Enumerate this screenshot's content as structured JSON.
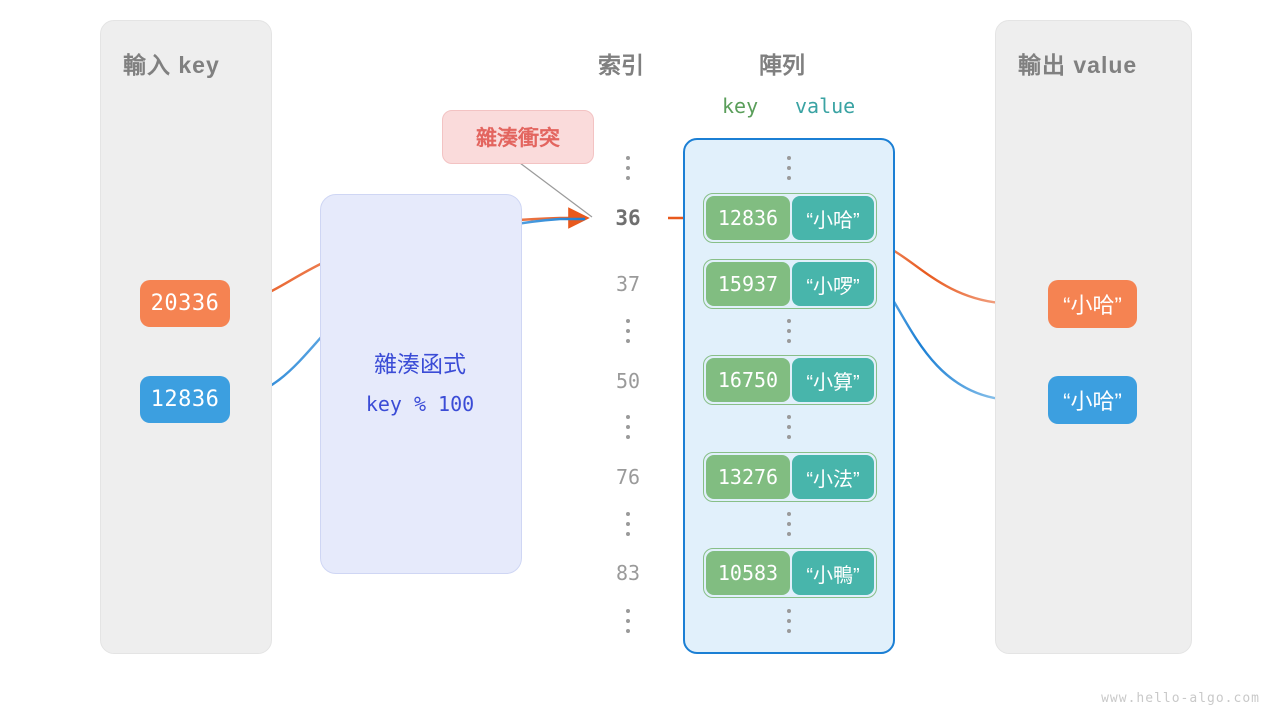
{
  "input_panel": {
    "title": "輸入 key",
    "items": [
      {
        "label": "20336",
        "color": "#f58352"
      },
      {
        "label": "12836",
        "color": "#3c9fe0"
      }
    ]
  },
  "hash_function": {
    "title": "雜湊函式",
    "expression": "key % 100",
    "color": "#3b4cd6"
  },
  "collision": {
    "label": "雜湊衝突",
    "color": "#e3655f"
  },
  "array": {
    "index_header": "索引",
    "array_header": "陣列",
    "key_header": "key",
    "value_header": "value",
    "key_header_color": "#5a9e5a",
    "value_header_color": "#3aa3a3",
    "border_color": "#1b7fd4",
    "rows": [
      {
        "kind": "dots"
      },
      {
        "kind": "entry",
        "index": "36",
        "highlight": true,
        "key": "12836",
        "value": "“小哈”"
      },
      {
        "kind": "entry",
        "index": "37",
        "highlight": false,
        "key": "15937",
        "value": "“小啰”"
      },
      {
        "kind": "dots"
      },
      {
        "kind": "entry",
        "index": "50",
        "highlight": false,
        "key": "16750",
        "value": "“小算”"
      },
      {
        "kind": "dots"
      },
      {
        "kind": "entry",
        "index": "76",
        "highlight": false,
        "key": "13276",
        "value": "“小法”"
      },
      {
        "kind": "dots"
      },
      {
        "kind": "entry",
        "index": "83",
        "highlight": false,
        "key": "10583",
        "value": "“小鴨”"
      },
      {
        "kind": "dots"
      }
    ]
  },
  "output_panel": {
    "title": "輸出 value",
    "items": [
      {
        "label": "“小哈”",
        "color": "#f58352"
      },
      {
        "label": "“小哈”",
        "color": "#3c9fe0"
      }
    ]
  },
  "watermark": "www.hello-algo.com"
}
